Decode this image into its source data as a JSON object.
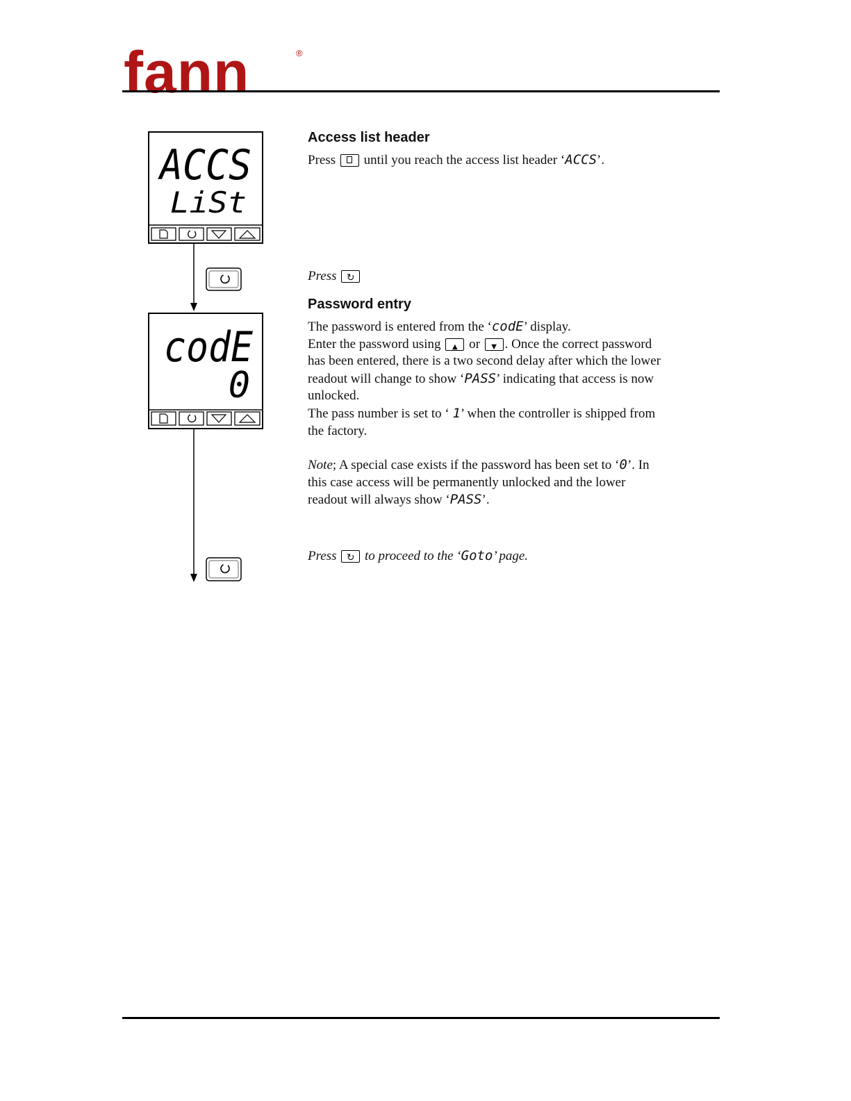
{
  "header": {
    "brand": "fann",
    "registered_mark": "®"
  },
  "displays": [
    {
      "upper": "ACCS",
      "lower": "LiSt"
    },
    {
      "upper": "codE",
      "lower": "0"
    }
  ],
  "sections": {
    "access": {
      "heading": "Access list header",
      "line": {
        "before": "Press",
        "after": "until you reach the access list header ‘",
        "code": "ACCS",
        "end": "’."
      },
      "press": "Press"
    },
    "password": {
      "heading": "Password entry",
      "line1": {
        "before": "The password is entered from the ‘",
        "code": "codE",
        "after": "’ display."
      },
      "line2": {
        "before": "Enter the password using",
        "mid": "or",
        "after": ". Once the correct password"
      },
      "line3": "has been entered, there is a two second delay after which the lower",
      "line4": {
        "before": "readout will change to show ‘",
        "code": "PASS",
        "after": "’ indicating that access is now"
      },
      "line5": "unlocked.",
      "line6": {
        "before": "The pass number is set to ‘ ",
        "code": "1",
        "after": "’ when the controller is shipped from"
      },
      "line7": "the factory.",
      "note1": {
        "label": "Note",
        "before": "; A special case exists if the password has been set to ‘",
        "code": "0",
        "after": "’. In"
      },
      "note2": "this case access will be permanently unlocked and the lower",
      "note3": {
        "before": "readout will always show ‘",
        "code": "PASS",
        "after": "’."
      },
      "proceed": {
        "before": "Press",
        "mid": "to proceed to the ‘",
        "code": "Goto",
        "after": "’ page."
      }
    }
  }
}
